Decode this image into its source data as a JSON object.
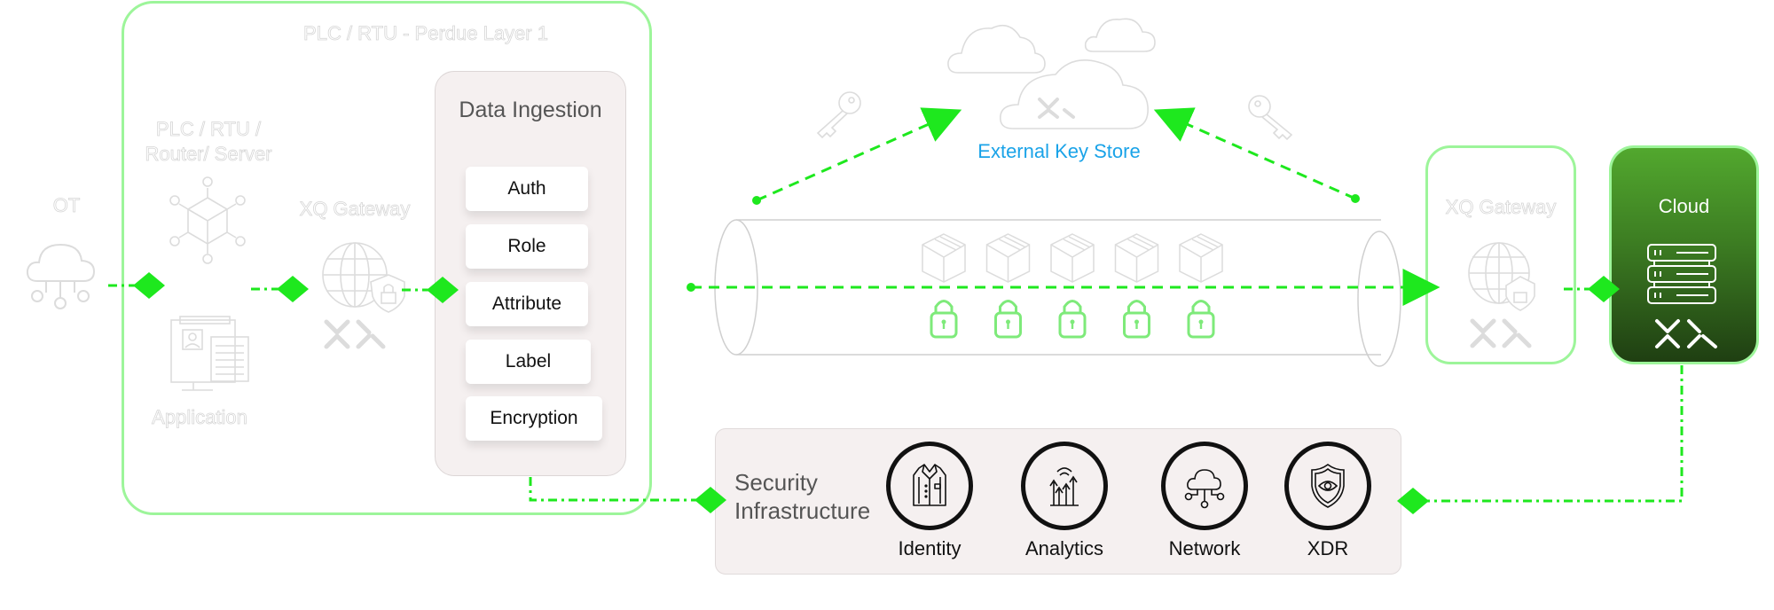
{
  "diagram": {
    "plc_frame_title": "PLC / RTU - Perdue Layer 1",
    "ot_label": "OT",
    "plc_device_label_line1": "PLC / RTU /",
    "plc_device_label_line2": "Router/ Server",
    "application_label": "Application",
    "xq_gateway_left_label": "XQ Gateway",
    "data_ingestion": {
      "title": "Data Ingestion",
      "items": [
        "Auth",
        "Role",
        "Attribute",
        "Label",
        "Encryption"
      ]
    },
    "external_key_store_label": "External Key Store",
    "xq_gateway_right_label": "XQ Gateway",
    "cloud_label": "Cloud",
    "security_infrastructure": {
      "title_line1": "Security",
      "title_line2": "Infrastructure",
      "items": [
        {
          "label": "Identity",
          "icon": "jacket-icon"
        },
        {
          "label": "Analytics",
          "icon": "analytics-arrows-icon"
        },
        {
          "label": "Network",
          "icon": "cloud-network-icon"
        },
        {
          "label": "XDR",
          "icon": "shield-eye-icon"
        }
      ]
    },
    "tunnel": {
      "packages": 5,
      "locks": 5
    },
    "colors": {
      "connector": "#1ee81e",
      "frame": "#9df59a",
      "lock": "#7eea7a",
      "accent_text": "#1aa3e8",
      "cloud_top": "#52a82e",
      "cloud_bottom": "#1f3f12"
    }
  }
}
